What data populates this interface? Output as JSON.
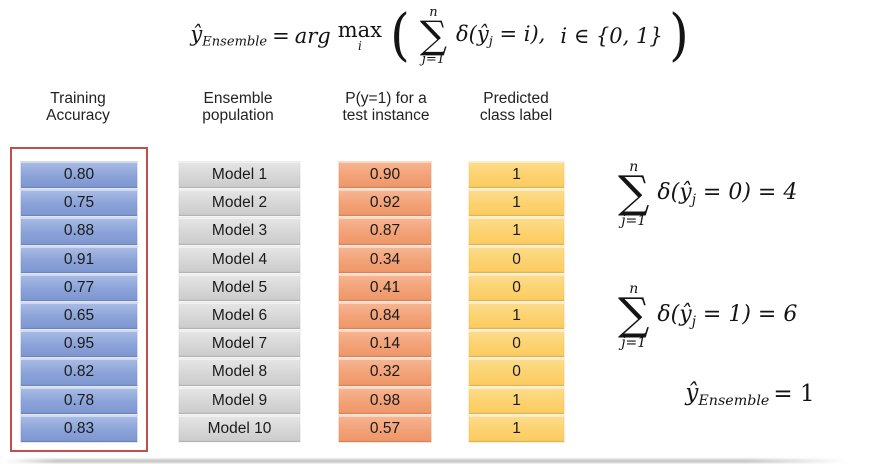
{
  "top_equation": {
    "yhat": "ŷ",
    "yhat_sub": "Ensemble",
    "equals": "=",
    "arg": "arg",
    "max": "max",
    "max_sub": "i",
    "open_paren": "(",
    "sum_upper": "n",
    "sum_sigma": "∑",
    "sum_lower": "j=1",
    "delta_expr": "δ(ŷ",
    "delta_sub": "j",
    "delta_rest": "= i),",
    "domain": "i ∈ {0, 1}",
    "close_paren": ")"
  },
  "table": {
    "columns": [
      {
        "id": "training-accuracy",
        "header_line1": "Training",
        "header_line2": "Accuracy",
        "cell_color": "#8ea6d9",
        "highlighted": true,
        "highlight_color": "#c0504d",
        "values": [
          "0.80",
          "0.75",
          "0.88",
          "0.91",
          "0.77",
          "0.65",
          "0.95",
          "0.82",
          "0.78",
          "0.83"
        ]
      },
      {
        "id": "ensemble-population",
        "header_line1": "Ensemble",
        "header_line2": "population",
        "cell_color": "#d9d9d9",
        "highlighted": false,
        "values": [
          "Model 1",
          "Model 2",
          "Model 3",
          "Model 4",
          "Model 5",
          "Model 6",
          "Model 7",
          "Model 8",
          "Model 9",
          "Model 10"
        ]
      },
      {
        "id": "test-probability",
        "header_line1": "P(y=1) for a",
        "header_line2": "test instance",
        "cell_color": "#f2a279",
        "highlighted": false,
        "values": [
          "0.90",
          "0.92",
          "0.87",
          "0.34",
          "0.41",
          "0.84",
          "0.14",
          "0.32",
          "0.98",
          "0.57"
        ]
      },
      {
        "id": "predicted-class",
        "header_line1": "Predicted",
        "header_line2": "class label",
        "cell_color": "#fbd470",
        "highlighted": false,
        "values": [
          "1",
          "1",
          "1",
          "0",
          "0",
          "1",
          "0",
          "0",
          "1",
          "1"
        ]
      }
    ]
  },
  "side_equations": {
    "count_zero": {
      "sum_upper": "n",
      "sum_sigma": "∑",
      "sum_lower": "j=1",
      "delta_expr": "δ(ŷ",
      "delta_sub": "j",
      "delta_rest": "= 0) = 4"
    },
    "count_one": {
      "sum_upper": "n",
      "sum_sigma": "∑",
      "sum_lower": "j=1",
      "delta_expr": "δ(ŷ",
      "delta_sub": "j",
      "delta_rest": "= 1) = 6"
    },
    "result": {
      "yhat": "ŷ",
      "yhat_sub": "Ensemble",
      "rest": "= 1"
    }
  }
}
